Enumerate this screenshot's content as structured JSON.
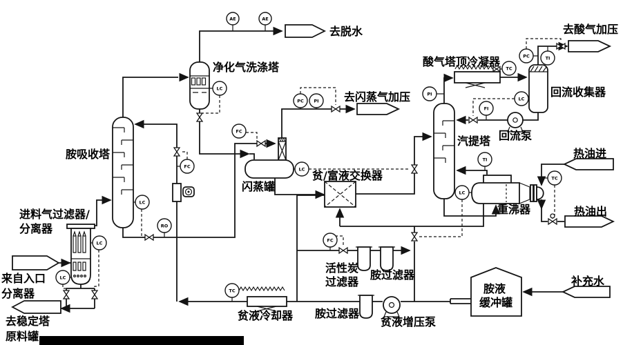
{
  "equipment": {
    "scrubber": "净化气洗涤塔",
    "absorber": "胺吸收塔",
    "feed_filter_line1": "进料气过滤器/",
    "feed_filter_line2": "分离器",
    "flash_tank": "闪蒸罐",
    "exchanger": "贫/富液交换器",
    "condenser": "酸气塔顶冷凝器",
    "reflux_drum": "回流收集器",
    "stripper": "汽提塔",
    "reflux_pump": "回流泵",
    "reboiler": "重沸器",
    "carbon_filter_line1": "活性炭",
    "carbon_filter_line2": "过滤器",
    "amine_filter_top": "胺过滤器",
    "amine_filter_bottom": "胺过滤器",
    "booster_pump": "贫液增压泵",
    "lean_cooler": "贫液冷却器",
    "buffer_tank_line1": "胺液",
    "buffer_tank_line2": "缓冲罐"
  },
  "streams": {
    "to_dehydration": "去脱水",
    "to_flash_gas_compression": "去闪蒸气加压",
    "to_acid_gas_compression": "去酸气加压",
    "hot_oil_in": "热油进",
    "hot_oil_out": "热油出",
    "makeup_water": "补充水",
    "from_inlet_separator_line1": "来自入口",
    "from_inlet_separator_line2": "分离器",
    "to_stabilizer_line1": "去稳定塔",
    "to_stabilizer_line2": "原料罐"
  },
  "instruments": [
    {
      "tag": "AE"
    },
    {
      "tag": "AE"
    },
    {
      "tag": "LC"
    },
    {
      "tag": "FC"
    },
    {
      "tag": "LC"
    },
    {
      "tag": "RO"
    },
    {
      "tag": "LC"
    },
    {
      "tag": "LC"
    },
    {
      "tag": "FC"
    },
    {
      "tag": "PC"
    },
    {
      "tag": "PI"
    },
    {
      "tag": "LC"
    },
    {
      "tag": "FC"
    },
    {
      "tag": "TC"
    },
    {
      "tag": "PI"
    },
    {
      "tag": "TC"
    },
    {
      "tag": "PC"
    },
    {
      "tag": "TI"
    },
    {
      "tag": "LC"
    },
    {
      "tag": "FI"
    },
    {
      "tag": "TI"
    },
    {
      "tag": "LC"
    },
    {
      "tag": "TC"
    }
  ],
  "colors": {
    "line": "#141414",
    "background": "#ffffff"
  }
}
